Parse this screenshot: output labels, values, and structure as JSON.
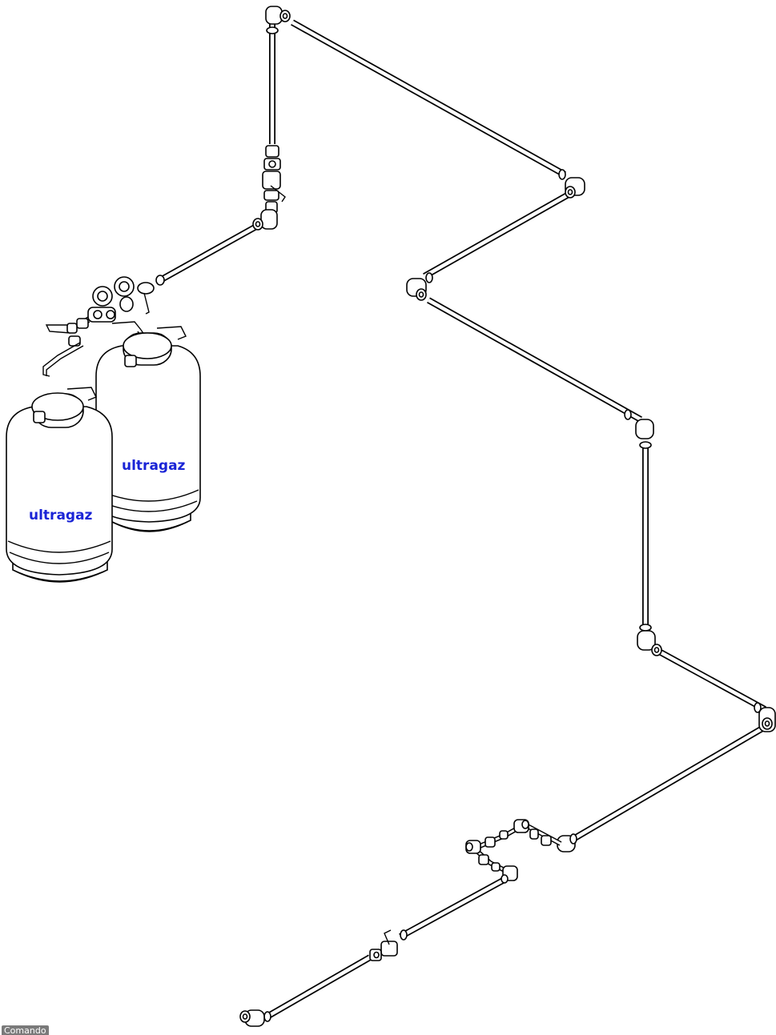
{
  "cylinders": [
    {
      "brand": "ultragaz"
    },
    {
      "brand": "ultragaz"
    }
  ],
  "colors": {
    "brand": "#1a24d6",
    "line": "#000000",
    "command_button_bg": "#7a7a7a"
  },
  "command_button": {
    "label": "Comando"
  }
}
